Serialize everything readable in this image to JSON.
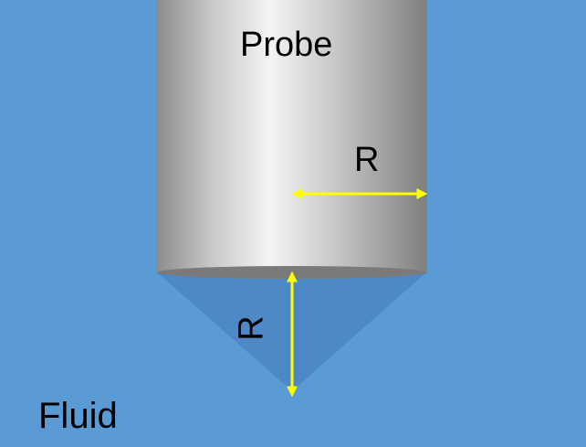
{
  "labels": {
    "probe": "Probe",
    "radius_horizontal": "R",
    "radius_vertical": "R",
    "fluid": "Fluid"
  },
  "colors": {
    "fluid_background": "#5b9bd5",
    "cone_shadow": "#4a86c3",
    "probe_edge": "#7f7f7f",
    "probe_highlight": "#f2f2f2",
    "probe_bottom": "#7a7a7a",
    "arrow": "#ffff00"
  }
}
